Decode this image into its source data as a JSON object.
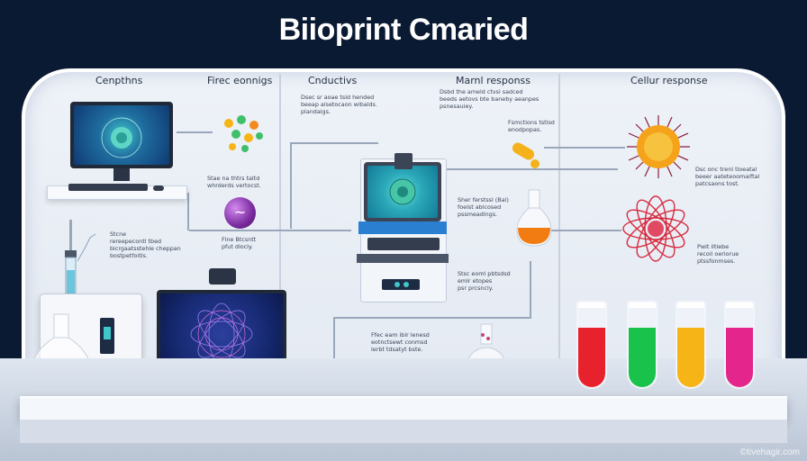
{
  "title": "Biioprint Cmaried",
  "columns": {
    "c1": "Cenpthns",
    "c2": "Firec eonnigs",
    "c3": "Cnductivs",
    "c4": "Marnl responss",
    "c5": "Cellur response"
  },
  "notes": {
    "n1": "Dsec sr aoae tsid hended\nbeeap alsetocaon wibalds.\nplandaigs.",
    "n2": "Dsbd the ameld ctvsi sadced\nbeeds aetovs bte baneby aeanpes\npsnesauiey.",
    "n3": "Fsmctions tstlsd\nenodpopas.",
    "n4": "Stae na thtrs taltd\nwhrderds vertocst.",
    "n5": "Stcne\nrereepecontl tbed\nbicrgaatsstehle cheppan\nbostpetfoitls.",
    "n6": "Flne Btcsntt\npfut dlocly.",
    "n7": "Sher ferstssl (Bal)\nfoelst ablcosed\npssmeadlngs.",
    "n8": "Dsc onc trenl tioeatal\nbeeer aateteoomaiftal\npatcsaons tost.",
    "n9": "Pwit iltiebe\nrecoil oeriorue\nptssfonmses.",
    "n10": "Stsc eoml pbtsdsd\nemlr etopes\npsr prcsncly.",
    "n11": "Ffec eam iblr lenesd\neotnctsewt conmsd\nlerbt tdsatyt bste."
  },
  "watermark": "©tivehagir.com",
  "colors": {
    "background": "#0b1a33",
    "booth": "#eef2f8",
    "accent_pink": "#e14b74",
    "tube_red": "#e8222c",
    "tube_green": "#19c24a",
    "tube_yellow": "#f7b416",
    "tube_magenta": "#e4258c"
  },
  "icons": [
    "computer-icon",
    "molecule-icon",
    "syringe-icon",
    "bioprinter-icon",
    "flask-icon",
    "laptop-icon",
    "cell-icon",
    "test-tube-icon"
  ]
}
